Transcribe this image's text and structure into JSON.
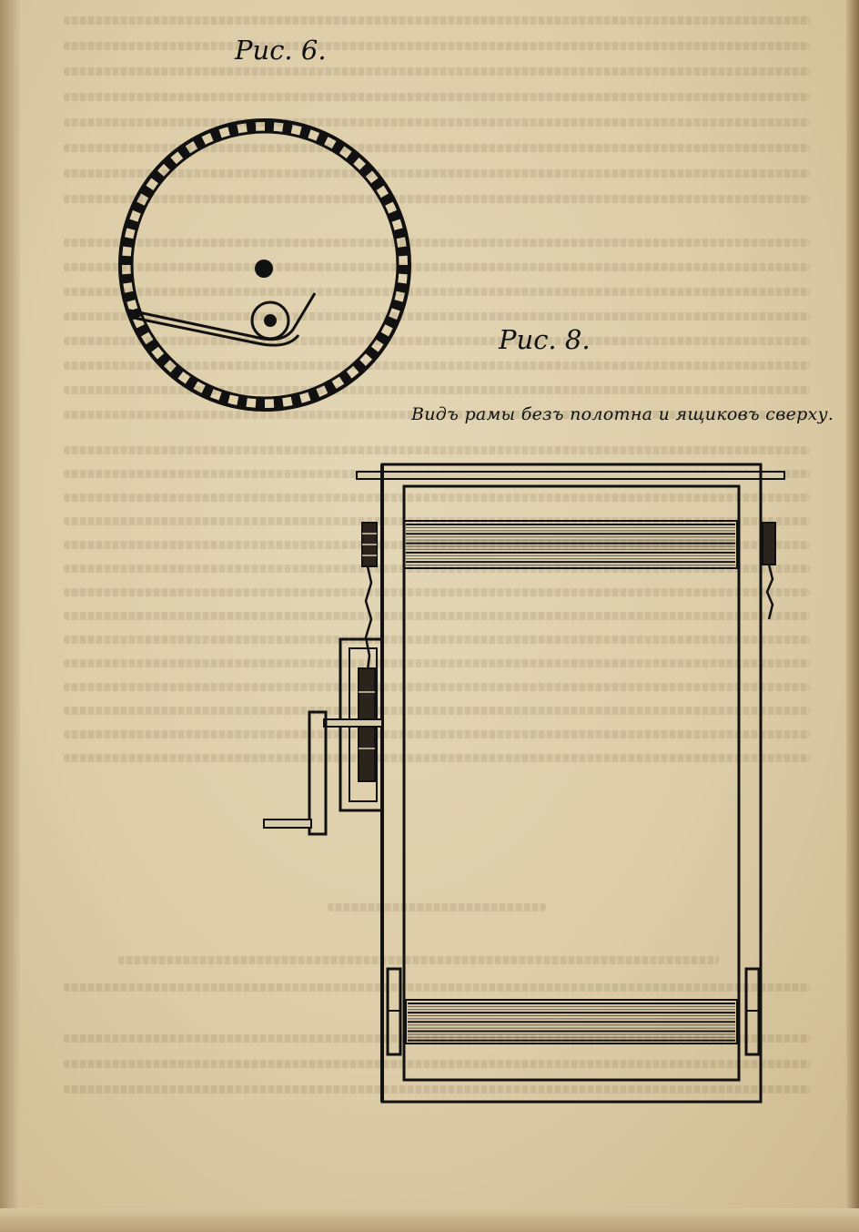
{
  "figure_6": {
    "caption": "Рис. 6."
  },
  "figure_8": {
    "caption": "Рис. 8.",
    "subcaption": "Видъ рамы безъ полотна и ящиковъ сверху."
  },
  "colors": {
    "paper": "#e4d7b6",
    "ink": "#111111",
    "bleed_through": "#6e5a3c"
  }
}
